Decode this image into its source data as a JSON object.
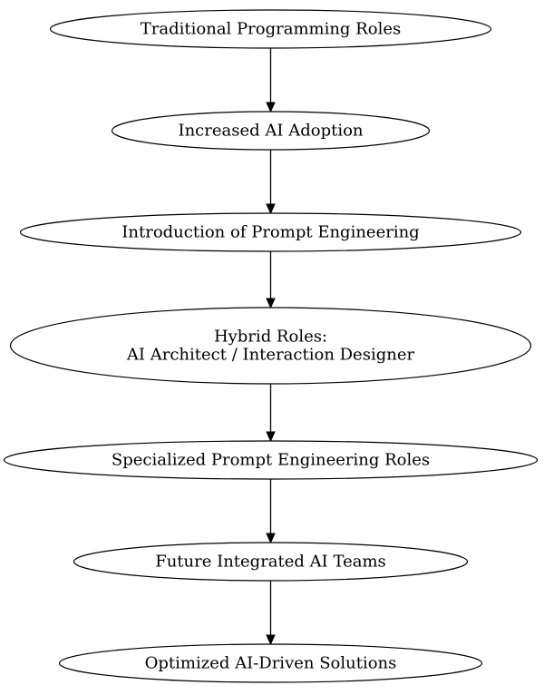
{
  "diagram": {
    "nodes": [
      {
        "id": "traditional",
        "lines": [
          "Traditional Programming Roles"
        ]
      },
      {
        "id": "adoption",
        "lines": [
          "Increased AI Adoption"
        ]
      },
      {
        "id": "prompt-intro",
        "lines": [
          "Introduction of Prompt Engineering"
        ]
      },
      {
        "id": "hybrid",
        "lines": [
          "Hybrid Roles:",
          "AI Architect / Interaction Designer"
        ]
      },
      {
        "id": "specialized",
        "lines": [
          "Specialized Prompt Engineering Roles"
        ]
      },
      {
        "id": "future-teams",
        "lines": [
          "Future Integrated AI Teams"
        ]
      },
      {
        "id": "optimized",
        "lines": [
          "Optimized AI-Driven Solutions"
        ]
      }
    ],
    "edges": [
      {
        "from": "traditional",
        "to": "adoption"
      },
      {
        "from": "adoption",
        "to": "prompt-intro"
      },
      {
        "from": "prompt-intro",
        "to": "hybrid"
      },
      {
        "from": "hybrid",
        "to": "specialized"
      },
      {
        "from": "specialized",
        "to": "future-teams"
      },
      {
        "from": "future-teams",
        "to": "optimized"
      }
    ]
  }
}
